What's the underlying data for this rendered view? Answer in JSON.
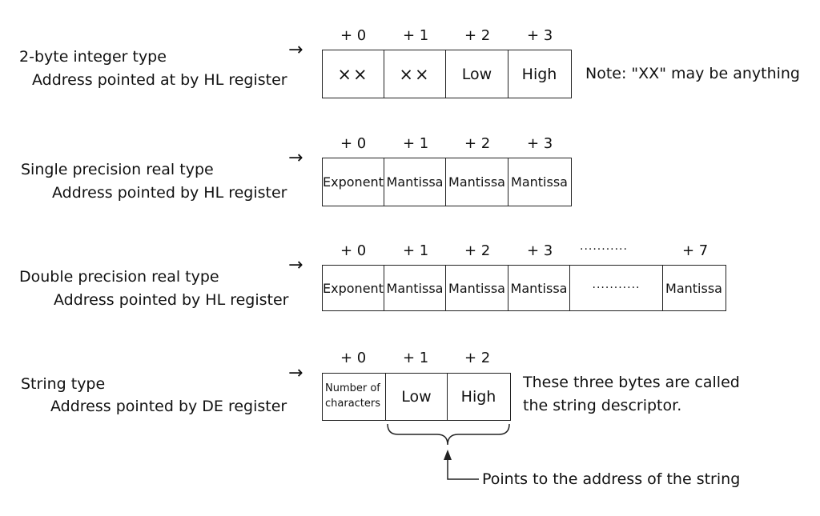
{
  "sections": [
    {
      "type_label": "2-byte integer type",
      "address_label": "Address pointed at by HL register",
      "arrow": "→",
      "offsets": [
        "+ 0",
        "+ 1",
        "+ 2",
        "+ 3"
      ],
      "cells": [
        "××",
        "××",
        "Low",
        "High"
      ],
      "note": "Note: \"XX\" may be anything"
    },
    {
      "type_label": "Single precision real type",
      "address_label": "Address pointed by HL register",
      "arrow": "→",
      "offsets": [
        "+ 0",
        "+ 1",
        "+ 2",
        "+ 3"
      ],
      "cells": [
        "Exponent",
        "Mantissa",
        "Mantissa",
        "Mantissa"
      ]
    },
    {
      "type_label": "Double precision real type",
      "address_label": "Address pointed by HL register",
      "arrow": "→",
      "offsets": [
        "+ 0",
        "+ 1",
        "+ 2",
        "+ 3",
        "···········",
        "+ 7"
      ],
      "cells": [
        "Exponent",
        "Mantissa",
        "Mantissa",
        "Mantissa",
        "···········",
        "Mantissa"
      ]
    },
    {
      "type_label": "String type",
      "address_label": "Address pointed by DE register",
      "arrow": "→",
      "offsets": [
        "+ 0",
        "+ 1",
        "+ 2"
      ],
      "cells": [
        "Number of characters",
        "Low",
        "High"
      ],
      "note_line1": "These three bytes are called",
      "note_line2": "the string descriptor.",
      "pointer_label": "Points to the address of the string"
    }
  ]
}
